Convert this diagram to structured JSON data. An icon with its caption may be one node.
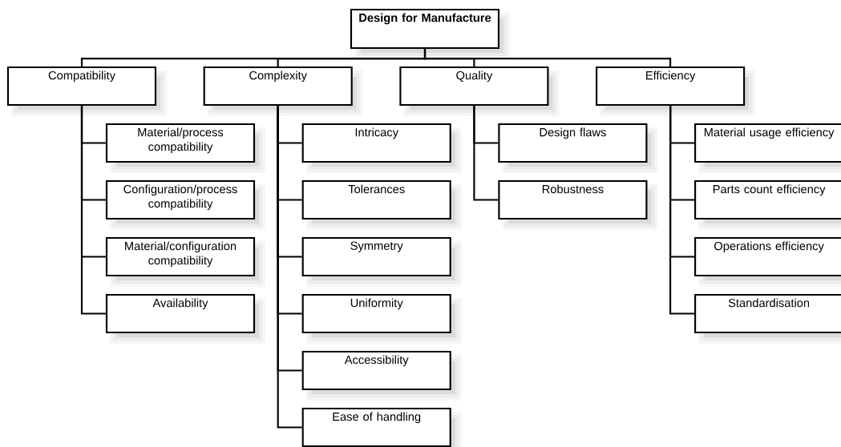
{
  "diagram": {
    "nodes": [
      {
        "text": [
          "Design for Manufacture"
        ]
      },
      {
        "text": [
          "Compatibility"
        ]
      },
      {
        "text": [
          "Complexity"
        ]
      },
      {
        "text": [
          "Quality"
        ]
      },
      {
        "text": [
          "Efficiency"
        ]
      },
      {
        "text": [
          "Material/process compatibility"
        ]
      },
      {
        "text": [
          "Configuration/process compatibility"
        ]
      },
      {
        "text": [
          "Material/configuration compatibility"
        ]
      },
      {
        "text": [
          "Availability"
        ]
      },
      {
        "text": [
          "Intricacy"
        ]
      },
      {
        "text": [
          "Tolerances"
        ]
      },
      {
        "text": [
          "Symmetry"
        ]
      },
      {
        "text": [
          "Uniformity"
        ]
      },
      {
        "text": [
          "Accessibility"
        ]
      },
      {
        "text": [
          "Ease of handling"
        ]
      },
      {
        "text": [
          "Design flaws"
        ]
      },
      {
        "text": [
          "Robustness"
        ]
      },
      {
        "text": [
          "Material usage efficiency"
        ]
      },
      {
        "text": [
          "Parts count efficiency"
        ]
      },
      {
        "text": [
          "Operations efficiency"
        ]
      },
      {
        "text": [
          "Standardisation"
        ]
      }
    ],
    "edges": [
      {
        "from": 0,
        "to": 1,
        "arrow": "none"
      },
      {
        "from": 0,
        "to": 2,
        "arrow": "none"
      },
      {
        "from": 0,
        "to": 3,
        "arrow": "none"
      },
      {
        "from": 0,
        "to": 4,
        "arrow": "none"
      },
      {
        "from": 1,
        "to": 5,
        "arrow": "none"
      },
      {
        "from": 1,
        "to": 6,
        "arrow": "none"
      },
      {
        "from": 1,
        "to": 7,
        "arrow": "none"
      },
      {
        "from": 1,
        "to": 8,
        "arrow": "none"
      },
      {
        "from": 2,
        "to": 9,
        "arrow": "none"
      },
      {
        "from": 2,
        "to": 10,
        "arrow": "none"
      },
      {
        "from": 2,
        "to": 11,
        "arrow": "none"
      },
      {
        "from": 2,
        "to": 12,
        "arrow": "none"
      },
      {
        "from": 2,
        "to": 13,
        "arrow": "none"
      },
      {
        "from": 2,
        "to": 14,
        "arrow": "none"
      },
      {
        "from": 3,
        "to": 15,
        "arrow": "none"
      },
      {
        "from": 3,
        "to": 16,
        "arrow": "none"
      },
      {
        "from": 4,
        "to": 17,
        "arrow": "none"
      },
      {
        "from": 4,
        "to": 18,
        "arrow": "none"
      },
      {
        "from": 4,
        "to": 19,
        "arrow": "none"
      },
      {
        "from": 4,
        "to": 20,
        "arrow": "none"
      }
    ]
  }
}
